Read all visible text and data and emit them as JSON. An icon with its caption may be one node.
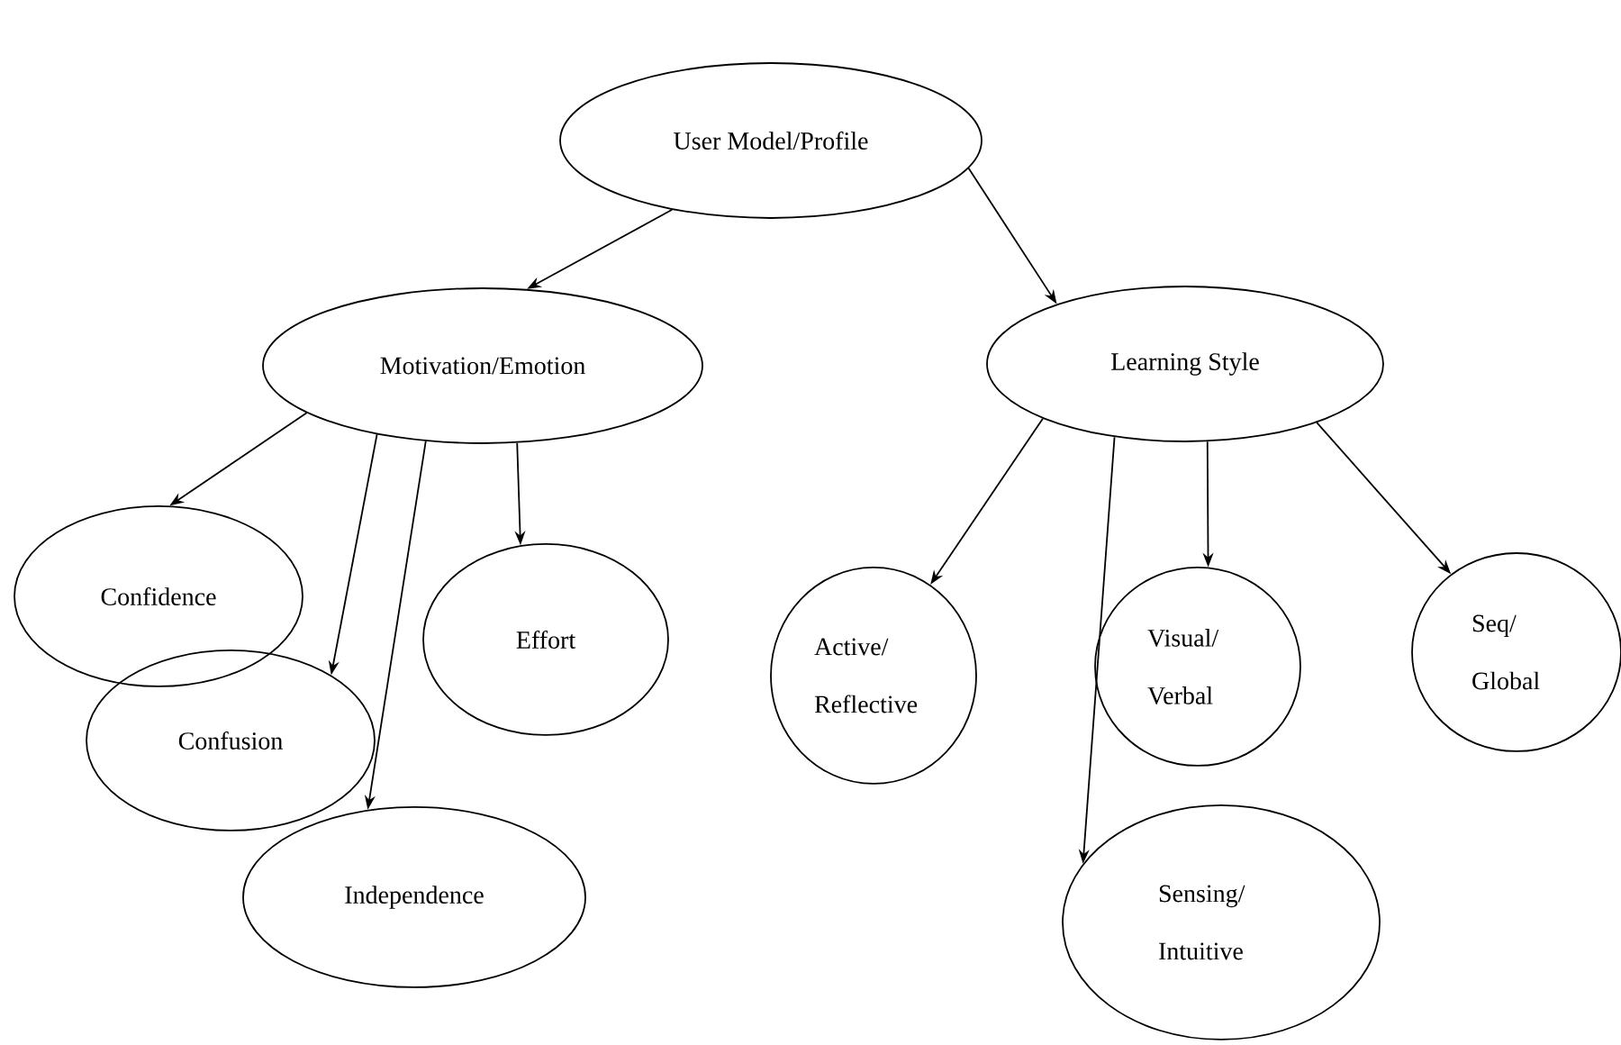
{
  "diagram": {
    "nodes": [
      {
        "text": [
          "User Model/Profile"
        ]
      },
      {
        "text": [
          "Motivation/Emotion"
        ]
      },
      {
        "text": [
          "Learning Style"
        ]
      },
      {
        "text": [
          "Confidence"
        ]
      },
      {
        "text": [
          "Confusion"
        ]
      },
      {
        "text": [
          "Independence"
        ]
      },
      {
        "text": [
          "Effort"
        ]
      },
      {
        "text": [
          "Active/ Reflective"
        ]
      },
      {
        "text": [
          "Visual/ Verbal"
        ]
      },
      {
        "text": [
          "Seq/ Global"
        ]
      },
      {
        "text": [
          "Sensing/ Intuitive"
        ]
      }
    ],
    "edges": [
      {
        "from": 0,
        "to": 1,
        "arrow": "to"
      },
      {
        "from": 0,
        "to": 2,
        "arrow": "to"
      },
      {
        "from": 1,
        "to": 3,
        "arrow": "to"
      },
      {
        "from": 1,
        "to": 4,
        "arrow": "to"
      },
      {
        "from": 1,
        "to": 5,
        "arrow": "to"
      },
      {
        "from": 1,
        "to": 6,
        "arrow": "to"
      },
      {
        "from": 2,
        "to": 7,
        "arrow": "to"
      },
      {
        "from": 2,
        "to": 10,
        "arrow": "to"
      },
      {
        "from": 2,
        "to": 8,
        "arrow": "to"
      },
      {
        "from": 2,
        "to": 9,
        "arrow": "to"
      }
    ]
  }
}
